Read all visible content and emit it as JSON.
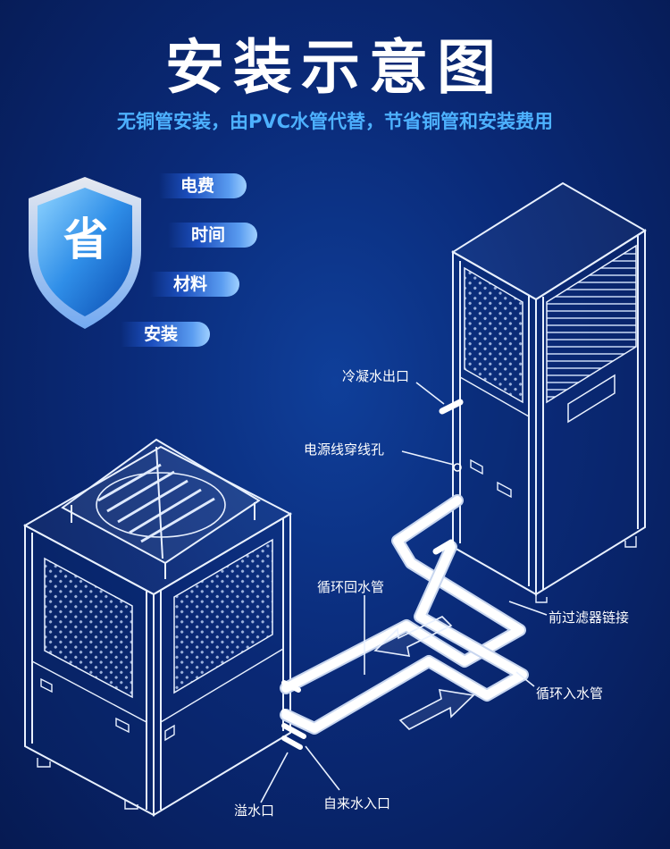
{
  "title": "安装示意图",
  "subtitle": "无铜管安装，由PVC水管代替，节省铜管和安装费用",
  "shield": {
    "icon": "shield-icon",
    "text": "省"
  },
  "savings": [
    "电费",
    "时间",
    "材料",
    "安装"
  ],
  "labels": {
    "condensate_outlet": "冷凝水出口",
    "power_hole": "电源线穿线孔",
    "return_pipe": "循环回水管",
    "filter_link": "前过滤器链接",
    "inlet_pipe": "循环入水管",
    "overflow": "溢水口",
    "tap_inlet": "自来水入口"
  },
  "colors": {
    "accent": "#4db1ff",
    "background": "#0a2a78"
  }
}
